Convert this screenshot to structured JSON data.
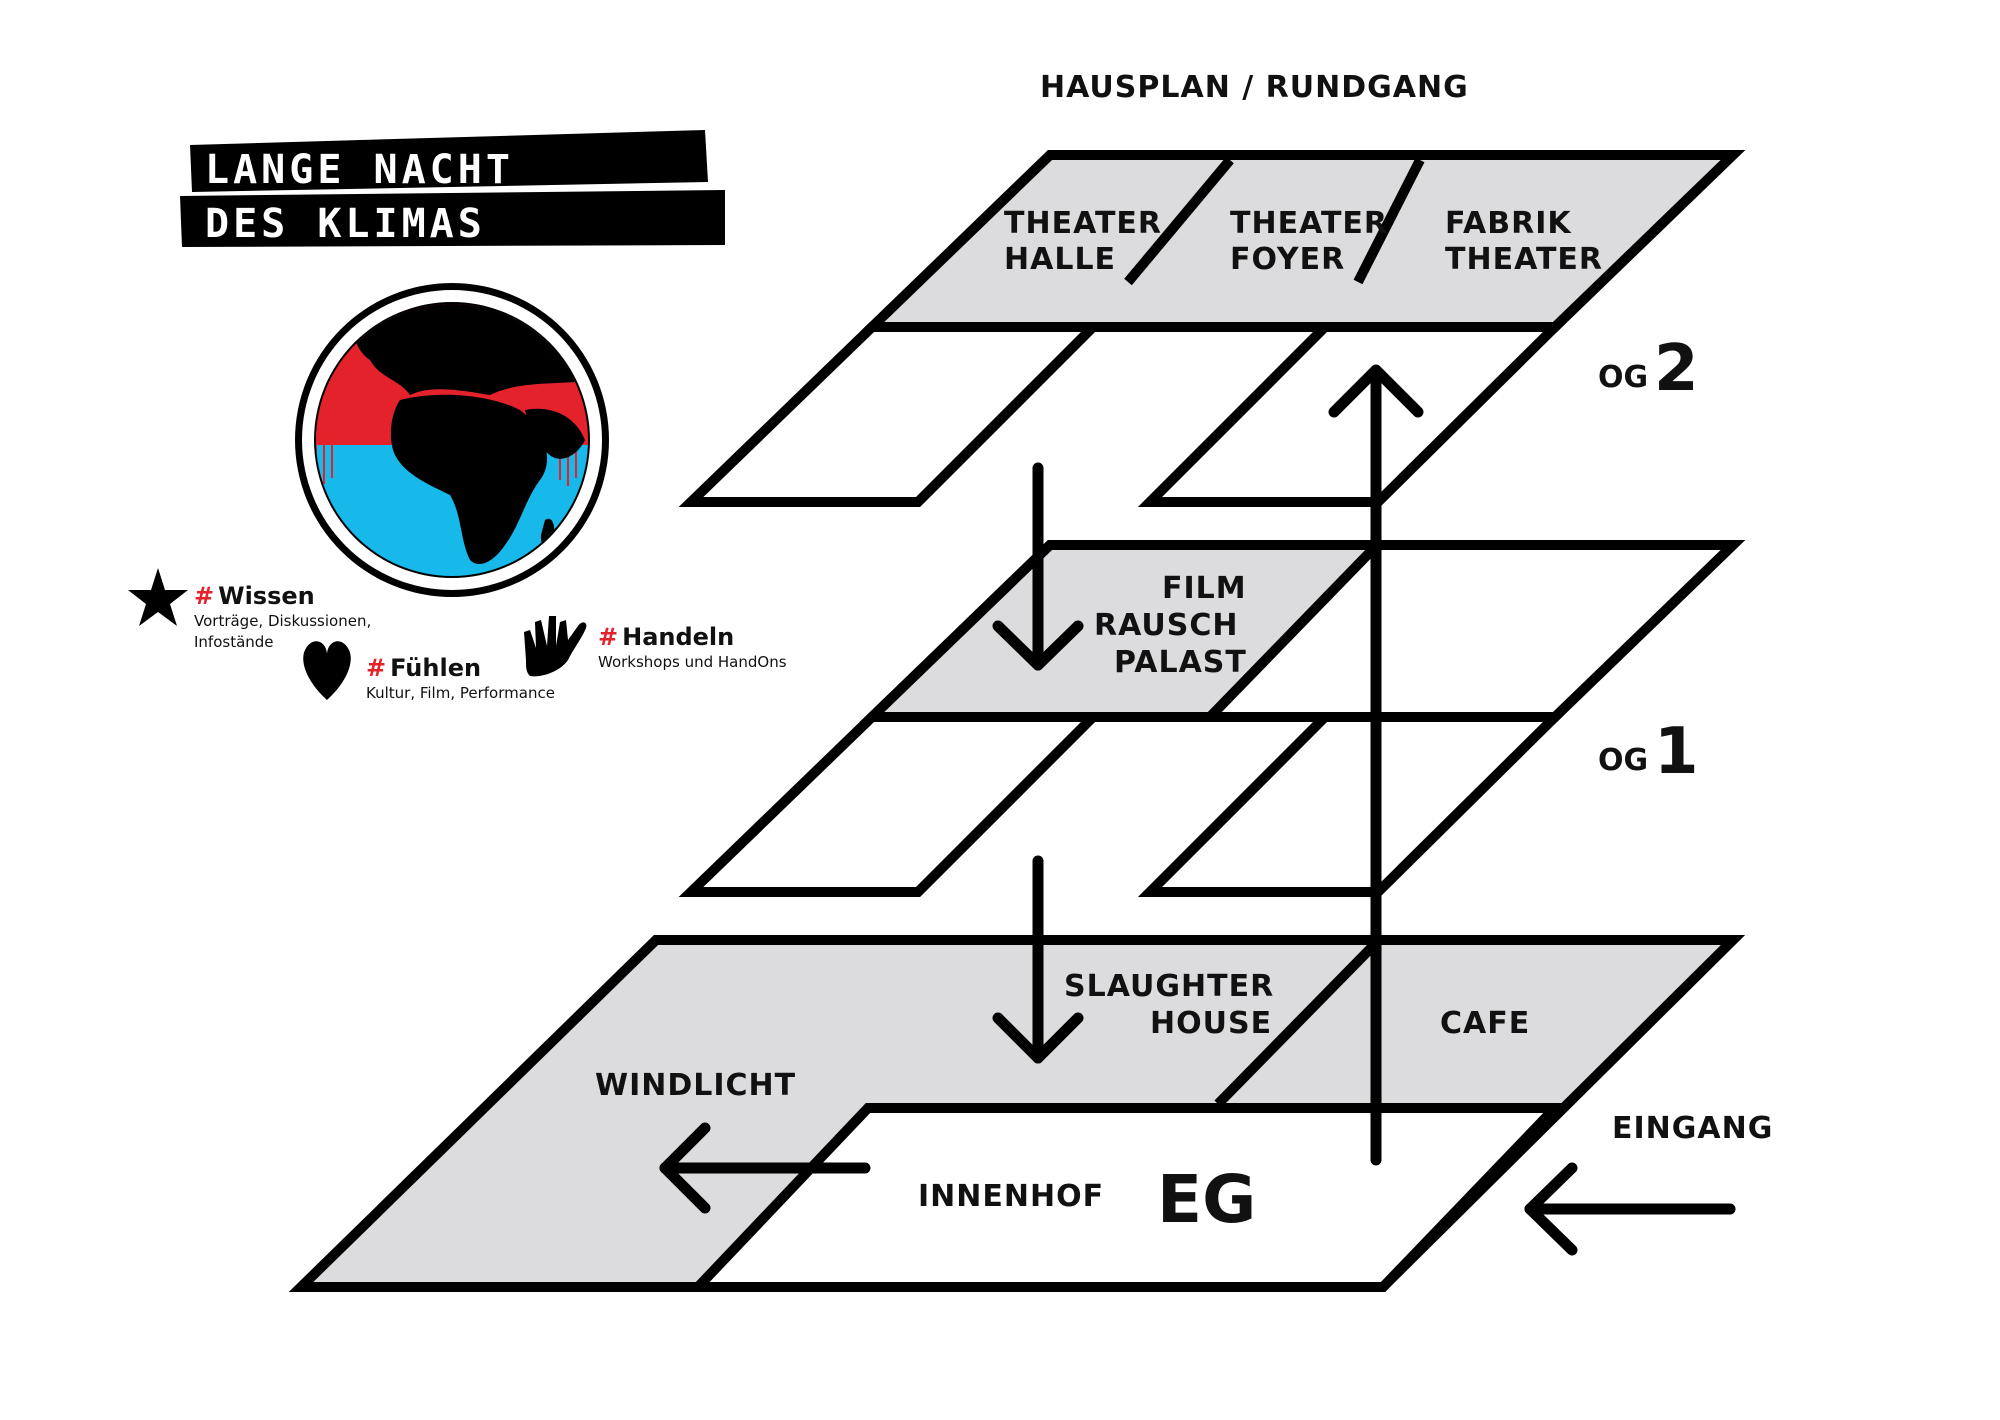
{
  "title": "HAUSPLAN / RUNDGANG",
  "logo": {
    "line1": "LANGE NACHT",
    "line2": "DES KLIMAS"
  },
  "colors": {
    "ink": "#111111",
    "room_fill": "#dcdcde",
    "red": "#e3222b",
    "blue": "#17b8ea"
  },
  "floors": {
    "og2": {
      "prefix": "OG",
      "number": "2"
    },
    "og1": {
      "prefix": "OG",
      "number": "1"
    },
    "eg": "EG"
  },
  "rooms": {
    "theater_halle": [
      "THEATER",
      "HALLE"
    ],
    "theater_foyer": [
      "THEATER",
      "FOYER"
    ],
    "fabrik_theater": [
      "FABRIK",
      "THEATER"
    ],
    "film_rausch_palast": [
      "FILM",
      "RAUSCH",
      "PALAST"
    ],
    "slaughter_house": [
      "SLAUGHTER",
      "HOUSE"
    ],
    "cafe": "CAFE",
    "windlicht": "WINDLICHT",
    "innenhof": "INNENHOF"
  },
  "entrance": "EINGANG",
  "legend": {
    "hash": "#",
    "wissen": {
      "name": "Wissen",
      "desc_line1": "Vorträge, Diskussionen,",
      "desc_line2": "Infostände",
      "icon": "star-icon"
    },
    "fuehlen": {
      "name": "Fühlen",
      "desc": "Kultur, Film, Performance",
      "icon": "heart-icon"
    },
    "handeln": {
      "name": "Handeln",
      "desc": "Workshops und HandOns",
      "icon": "hand-icon"
    }
  }
}
